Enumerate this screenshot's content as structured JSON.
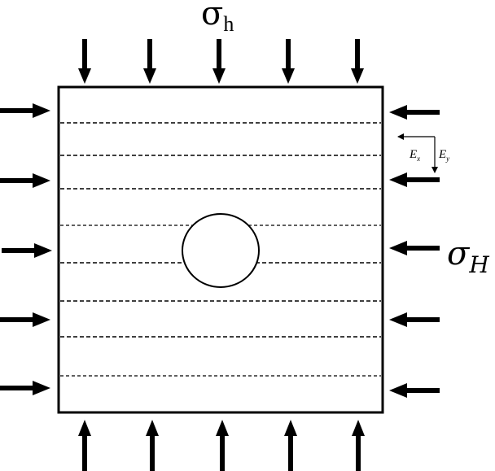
{
  "labels": {
    "sigma_h_symbol": "σ",
    "sigma_h_sub": "h",
    "sigma_H_symbol": "σ",
    "sigma_H_sub": "H",
    "ex_symbol": "E",
    "ex_sub": "x",
    "ey_symbol": "E",
    "ey_sub": "y"
  },
  "structure": {
    "layer_line_count": 8,
    "arrows_per_side": 5,
    "cavity": "circle"
  },
  "colors": {
    "stroke": "#000000",
    "background": "#ffffff"
  }
}
